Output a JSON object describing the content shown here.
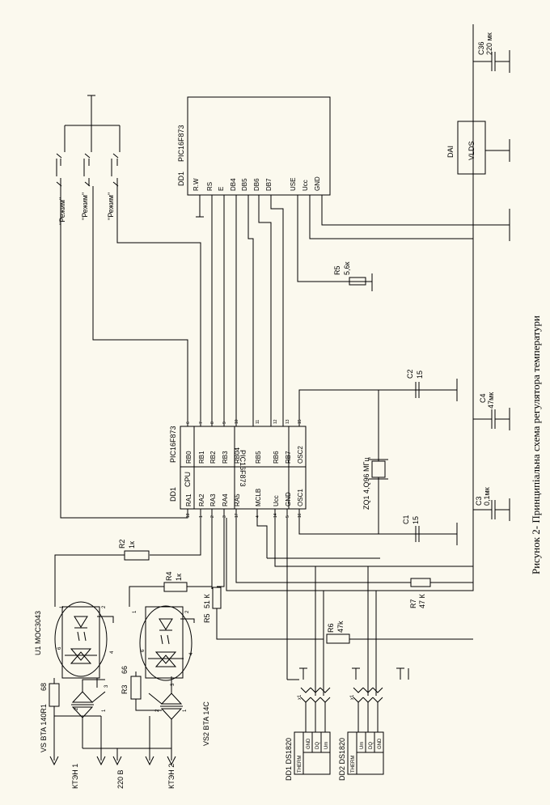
{
  "caption": "Рисунок 2- Принципіальна схема регулятора температури",
  "lcd": {
    "ref": "DD1",
    "type": "PIC16F873",
    "pins": [
      "R.W",
      "RS",
      "E",
      "DB4",
      "DB5",
      "DB6",
      "DB7",
      "USE",
      "Ucc",
      "GND"
    ]
  },
  "mcu": {
    "ref": "DD1",
    "type": "PIC16F873",
    "cpu_label": "CPU",
    "core_label": "PIC16F873",
    "left_pins": [
      "RA1",
      "RA2",
      "RA3",
      "RA4",
      "RA5",
      "MCLB",
      "Ucc",
      "GND",
      "OSC1"
    ],
    "right_pins": [
      "RB0",
      "RB1",
      "RB2",
      "RB3",
      "RB04",
      "RB5",
      "RB6",
      "RB7",
      "OSC2"
    ],
    "left_nums": [
      "18",
      "1",
      "2",
      "3",
      "17",
      "4",
      "14",
      "5",
      "16"
    ],
    "right_nums": [
      "6",
      "7",
      "8",
      "9",
      "10",
      "11",
      "12",
      "13",
      "15"
    ]
  },
  "regulator": {
    "ref": "DAI",
    "type": "VLDS"
  },
  "crystal": {
    "label": "ZQ1 4,Q96 МГц"
  },
  "capacitors": {
    "c36": {
      "ref": "C36",
      "value": "220 мк"
    },
    "c2": {
      "ref": "C2",
      "value": "15"
    },
    "c4": {
      "ref": "C4",
      "value": "47мк"
    },
    "c3": {
      "ref": "C3",
      "value": "0,1мк"
    },
    "c1": {
      "ref": "C1",
      "value": "15"
    }
  },
  "resistors": {
    "r5a": {
      "ref": "R5",
      "value": "5,6к"
    },
    "r2": {
      "ref": "R2",
      "value": "1к"
    },
    "r4": {
      "ref": "R4",
      "value": "1к"
    },
    "r5b": {
      "ref": "R5",
      "value": "51 К"
    },
    "r6": {
      "ref": "R6",
      "value": "47k"
    },
    "r7": {
      "ref": "R7",
      "value": "47 К"
    },
    "r3": {
      "ref": "R3",
      "value": "66"
    },
    "r1": {
      "ref": "VS BTA 140R1",
      "value": "68"
    }
  },
  "buttons": [
    "\"Режим\"",
    "\"Режим\"",
    "\"Режим\""
  ],
  "optocoupler": {
    "label": "U1 МОС3043"
  },
  "triac": {
    "label": "VS2 BTA 14C"
  },
  "sensors": {
    "dd1": {
      "label": "DD1 DS1820",
      "pins": [
        "THERM",
        "GND",
        "DQ",
        "Um"
      ]
    },
    "dd2": {
      "label": "DD2 DS1820",
      "pins": [
        "THERM",
        "Um",
        "DQ",
        "GND"
      ]
    }
  },
  "terminals": [
    "КТЭН 1",
    "220 В",
    "КТЭН 2"
  ],
  "pin_nums": {
    "opto_top": "1",
    "opto_top2": "2",
    "opto_bot": "6",
    "opto_bot2": "4",
    "opto2_top": "1",
    "opto2_top2": "2",
    "opto2_bot": "6",
    "opto2_bot2": "4",
    "triac_g": "3",
    "triac_a": "2",
    "triac_c": "1",
    "triac2_g": "3",
    "triac2_a": "2",
    "triac2_c": "1",
    "x1": "x1",
    "x2": "x1",
    "sens1_a": "1",
    "sens1_b": "2",
    "sens1_c": "3",
    "sens2_a": "1",
    "sens2_b": "2",
    "sens2_c": "3"
  }
}
